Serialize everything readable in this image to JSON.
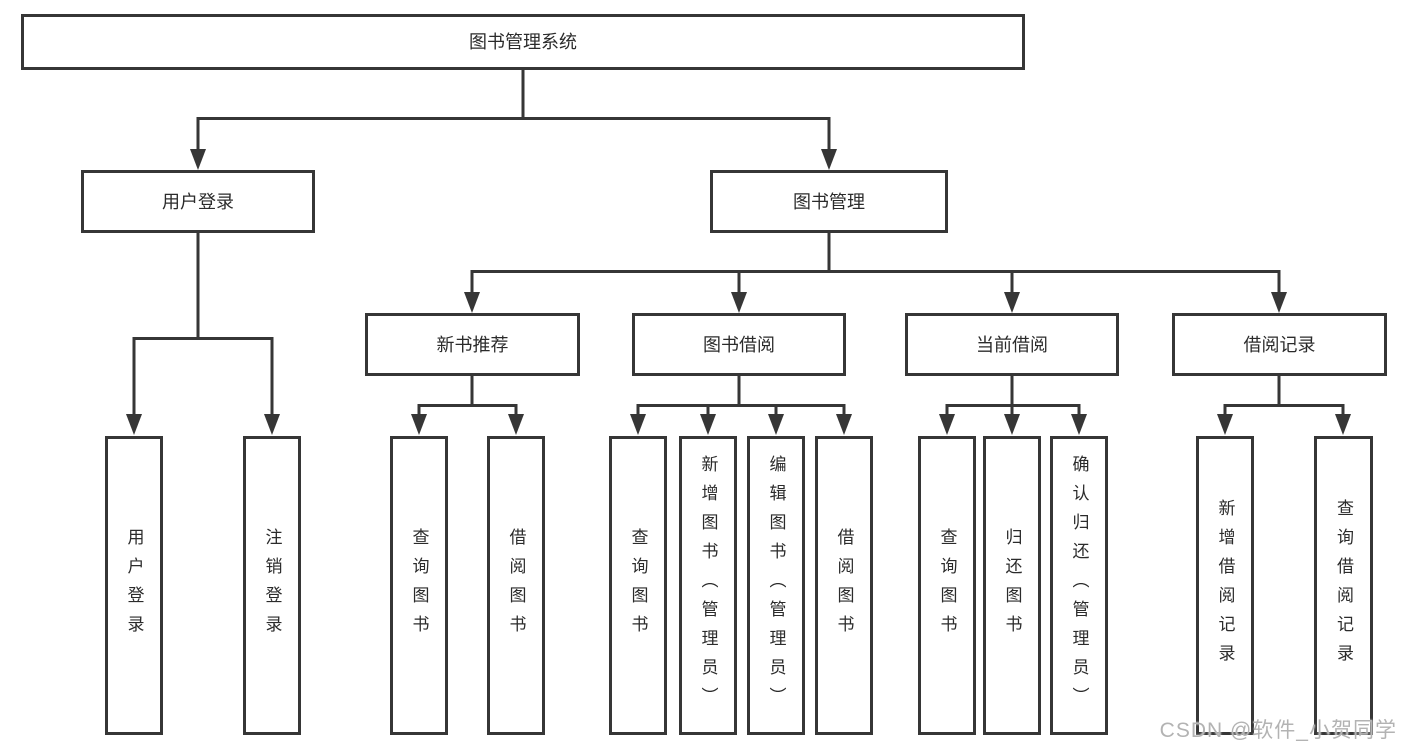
{
  "tree": {
    "root": {
      "label": "图书管理系统",
      "children": [
        {
          "label": "用户登录",
          "children": [
            {
              "label": "用户登录"
            },
            {
              "label": "注销登录"
            }
          ]
        },
        {
          "label": "图书管理",
          "children": [
            {
              "label": "新书推荐",
              "children": [
                {
                  "label": "查询图书"
                },
                {
                  "label": "借阅图书"
                }
              ]
            },
            {
              "label": "图书借阅",
              "children": [
                {
                  "label": "查询图书"
                },
                {
                  "label": "新增图书（管理员）"
                },
                {
                  "label": "编辑图书（管理员）"
                },
                {
                  "label": "借阅图书"
                }
              ]
            },
            {
              "label": "当前借阅",
              "children": [
                {
                  "label": "查询图书"
                },
                {
                  "label": "归还图书"
                },
                {
                  "label": "确认归还（管理员）"
                }
              ]
            },
            {
              "label": "借阅记录",
              "children": [
                {
                  "label": "新增借阅记录"
                },
                {
                  "label": "查询借阅记录"
                }
              ]
            }
          ]
        }
      ]
    }
  },
  "colors": {
    "line": "#363636",
    "text": "#2b2b2b",
    "watermark": "#b3b3b3"
  },
  "watermark": "CSDN @软件_小贺同学"
}
